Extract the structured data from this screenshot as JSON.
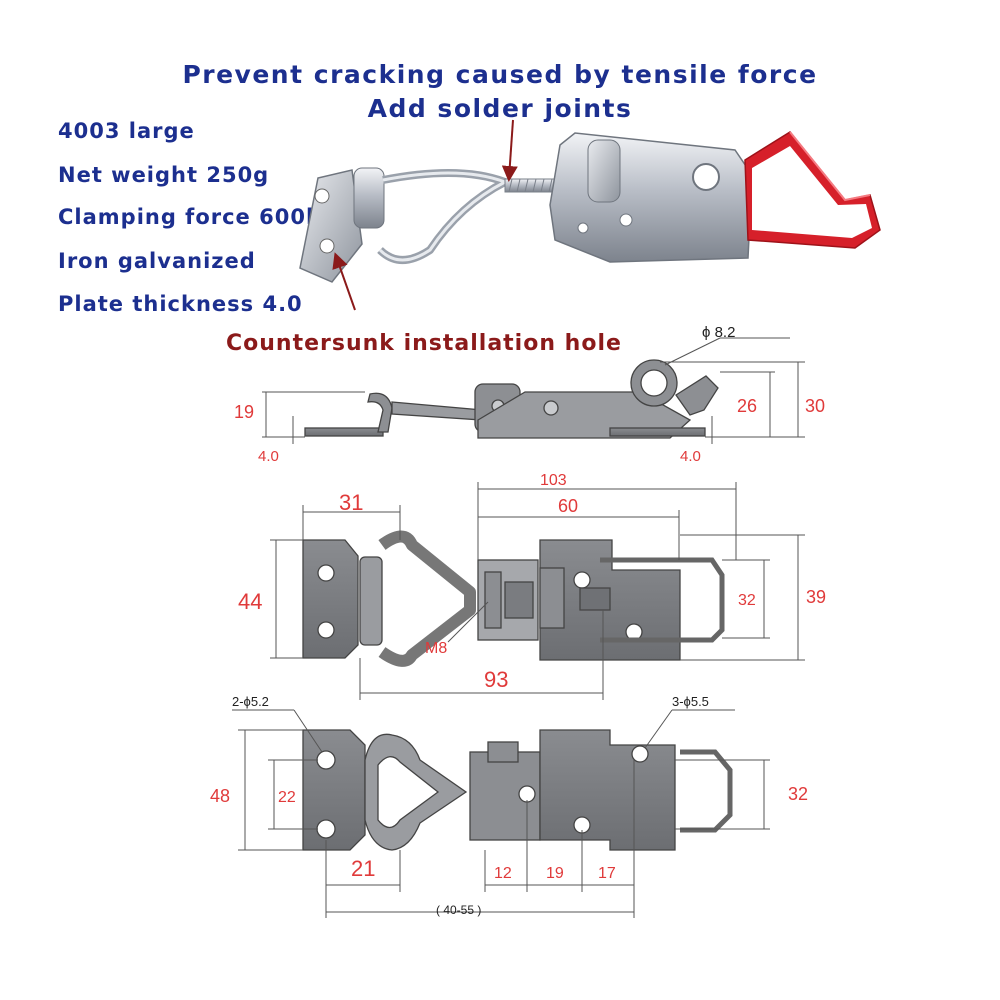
{
  "headline": {
    "line1": "Prevent cracking caused by tensile force",
    "line2": "Add solder joints"
  },
  "specs": [
    "4003 large",
    "Net weight 250g",
    "Clamping force 600kg",
    "Iron galvanized",
    "Plate thickness 4.0"
  ],
  "callout": "Countersunk installation hole",
  "colors": {
    "title": "#1c2f8f",
    "callout": "#8b1a1a",
    "dimension": "#e03a3a",
    "handle": "#d6202a"
  },
  "dims": {
    "side": {
      "d19": "19",
      "t_left": "4.0",
      "t_right": "4.0",
      "d26": "26",
      "d30": "30",
      "hole": "ϕ 8.2"
    },
    "top": {
      "d31": "31",
      "d103": "103",
      "d60": "60",
      "d44": "44",
      "d32": "32",
      "d39": "39",
      "m8": "M8",
      "d93": "93"
    },
    "bottom": {
      "holes_left": "2-ϕ5.2",
      "holes_right": "3-ϕ5.5",
      "d48": "48",
      "d22": "22",
      "d32": "32",
      "d21": "21",
      "d12": "12",
      "d19": "19",
      "d17": "17",
      "range": "( 40-55 )"
    }
  }
}
